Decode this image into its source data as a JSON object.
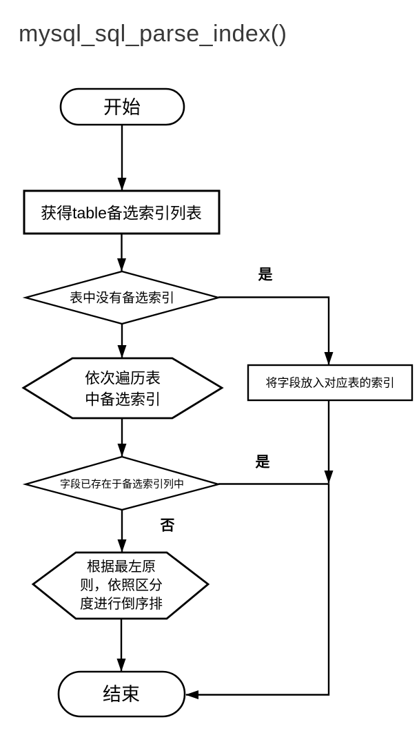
{
  "title": "mysql_sql_parse_index()",
  "diagram": {
    "type": "flowchart",
    "colors": {
      "stroke": "#000000",
      "shape_fill": "#ffffff",
      "title_text": "#383838",
      "background": "#ffffff"
    },
    "nodes": {
      "start": {
        "shape": "stadium",
        "label": "开始"
      },
      "fetch": {
        "shape": "rect",
        "label": "获得table备选索引列表"
      },
      "check_empty": {
        "shape": "diamond",
        "label": "表中没有备选索引"
      },
      "iterate": {
        "shape": "hexagon",
        "line1": "依次遍历表",
        "line2": "中备选索引"
      },
      "assign": {
        "shape": "rect",
        "label": "将字段放入对应表的索引"
      },
      "check_exists": {
        "shape": "diamond",
        "label": "字段已存在于备选索引列中"
      },
      "sort": {
        "shape": "hexagon",
        "line1": "根据最左原",
        "line2": "则，依照区分",
        "line3": "度进行倒序排"
      },
      "end": {
        "shape": "stadium",
        "label": "结束"
      }
    },
    "edge_labels": {
      "check_empty_yes": "是",
      "check_exists_yes": "是",
      "check_exists_no": "否"
    },
    "edges": [
      {
        "from": "start",
        "to": "fetch",
        "label": ""
      },
      {
        "from": "fetch",
        "to": "check_empty",
        "label": ""
      },
      {
        "from": "check_empty",
        "to": "assign",
        "label": "是"
      },
      {
        "from": "check_empty",
        "to": "iterate",
        "label": ""
      },
      {
        "from": "iterate",
        "to": "check_exists",
        "label": ""
      },
      {
        "from": "assign",
        "to": "check_exists",
        "label": ""
      },
      {
        "from": "check_exists",
        "to": "end",
        "label": "是"
      },
      {
        "from": "check_exists",
        "to": "sort",
        "label": "否"
      },
      {
        "from": "sort",
        "to": "end",
        "label": ""
      }
    ]
  }
}
